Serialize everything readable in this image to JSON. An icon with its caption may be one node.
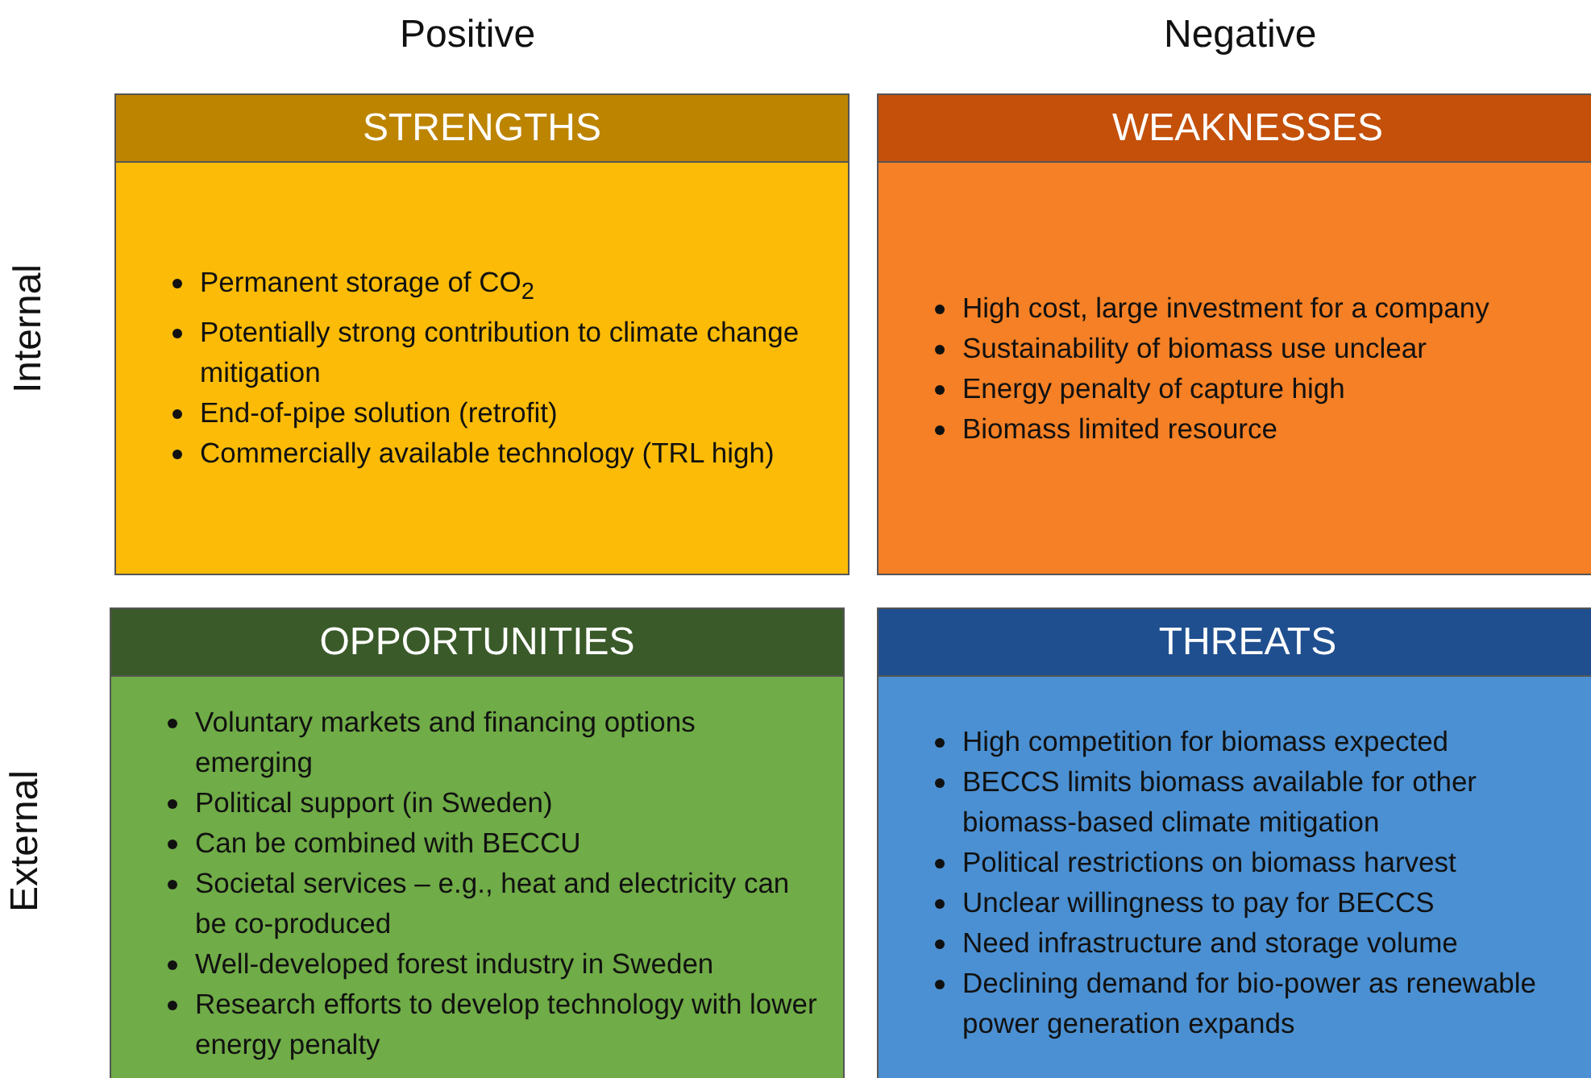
{
  "diagram": {
    "nodes": [
      {
        "text": [
          "STRENGTHS",
          "Permanent storage of CO$_{2}$",
          "Potentially strong contribution to climate change mitigation",
          "End-of-pipe solution (retrofit)",
          "Commercially available technology (TRL high)"
        ]
      },
      {
        "text": [
          "WEAKNESSES",
          "High cost, large investment for a company",
          "Sustainability of biomass use unclear",
          "Energy penalty of capture high",
          "Biomass limited resource"
        ]
      },
      {
        "text": [
          "OPPORTUNITIES",
          "Voluntary markets and financing options emerging",
          "Political support (in Sweden)",
          "Can be combined with BECCU",
          "Societal services – e.g., heat and electricity can be co-produced",
          "Well-developed forest industry in Sweden",
          "Research efforts to develop technology with lower energy penalty"
        ]
      },
      {
        "text": [
          "THREATS",
          "High competition for biomass expected",
          "BECCS limits biomass available for other biomass-based climate mitigation",
          "Political restrictions on biomass harvest",
          "Unclear willingness to pay for BECCS",
          "Need infrastructure and storage volume",
          "Declining demand for bio-power as renewable power generation expands"
        ]
      }
    ],
    "labels": [
      "Positive",
      "Negative",
      "Internal",
      "External"
    ]
  }
}
